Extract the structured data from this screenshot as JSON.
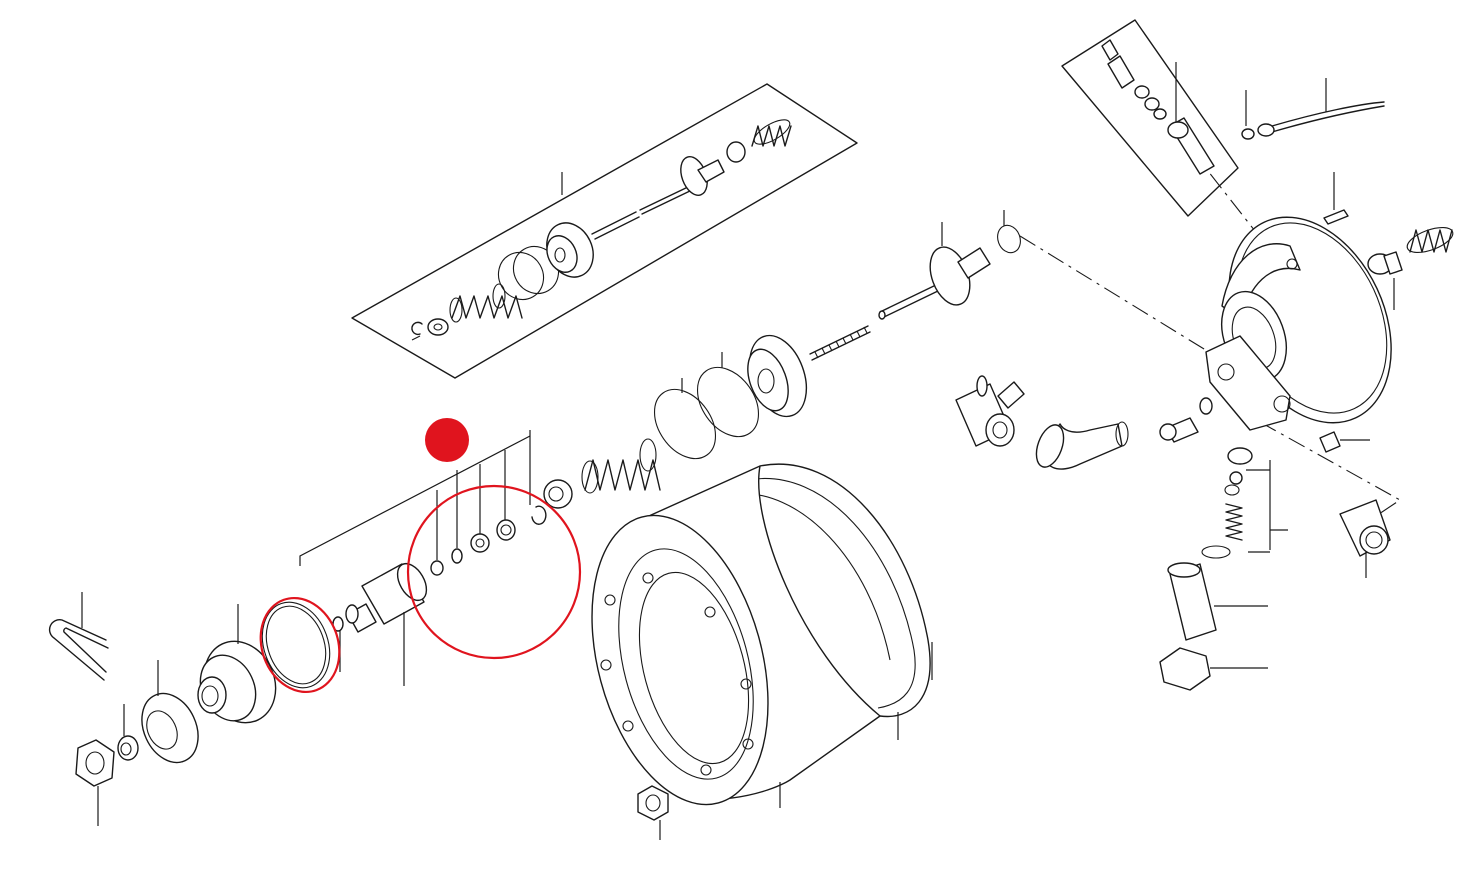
{
  "diagram": {
    "type": "exploded-parts-drawing",
    "colors": {
      "line": "#1a1a1a",
      "background": "#ffffff",
      "highlight": "#e0141e"
    },
    "markers": [
      {
        "name": "selected-part-dot",
        "color": "#e0141e"
      }
    ],
    "highlights": [
      {
        "name": "small-parts-circle",
        "color": "#e0141e"
      },
      {
        "name": "o-ring-circle",
        "color": "#e0141e"
      }
    ]
  }
}
